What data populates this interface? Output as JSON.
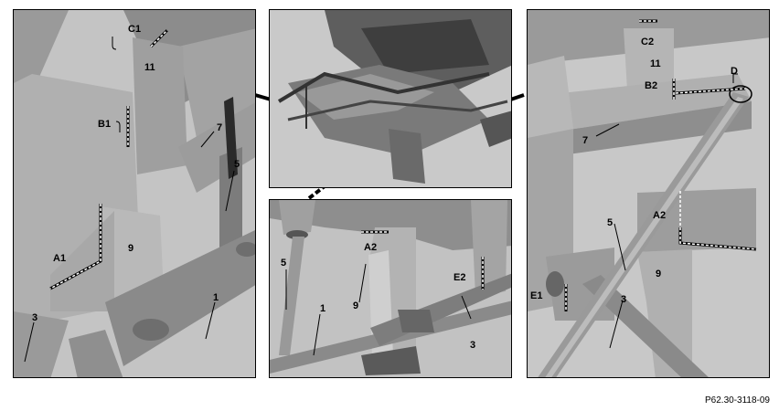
{
  "reference": "P62.30-3118-09",
  "panels": {
    "left": {
      "labels": {
        "c1": "C1",
        "n11": "11",
        "b1": "B1",
        "n7": "7",
        "n5": "5",
        "a1": "A1",
        "n9": "9",
        "n1": "1",
        "n3": "3"
      }
    },
    "center_bottom": {
      "labels": {
        "a2": "A2",
        "n5": "5",
        "n9": "9",
        "e2": "E2",
        "n1": "1",
        "n3": "3"
      }
    },
    "right": {
      "labels": {
        "c2": "C2",
        "n11": "11",
        "d": "D",
        "b2": "B2",
        "n7": "7",
        "n5": "5",
        "a2": "A2",
        "n9": "9",
        "e1": "E1",
        "n3": "3"
      }
    }
  }
}
